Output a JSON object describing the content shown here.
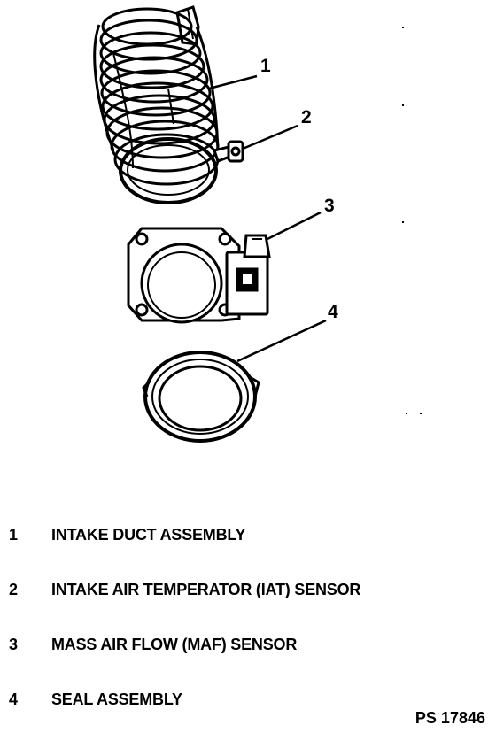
{
  "callouts": [
    "1",
    "2",
    "3",
    "4"
  ],
  "legend": [
    {
      "num": "1",
      "text": "INTAKE DUCT ASSEMBLY"
    },
    {
      "num": "2",
      "text": "INTAKE AIR TEMPERATOR (IAT) SENSOR"
    },
    {
      "num": "3",
      "text": "MASS AIR FLOW (MAF) SENSOR"
    },
    {
      "num": "4",
      "text": "SEAL ASSEMBLY"
    }
  ],
  "figure_code": "PS 17846",
  "colors": {
    "ink": "#000000",
    "paper": "#ffffff"
  }
}
